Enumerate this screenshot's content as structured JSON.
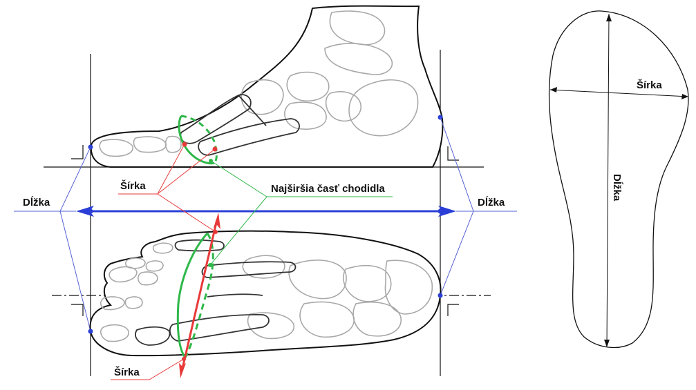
{
  "labels": {
    "sirka_top": "Šírka",
    "sirka_bottom": "Šírka",
    "najsirsia": "Najširšia časť chodidla",
    "dlzka_left": "Dĺžka",
    "dlzka_right": "Dĺžka",
    "insole_sirka": "Šírka",
    "insole_dlzka": "Dĺžka"
  },
  "colors": {
    "outline": "#111111",
    "bone": "#a8a8a8",
    "width_marker": "#e83a3a",
    "widest_part": "#2fb84a",
    "length_marker": "#2b3fd6",
    "leader_blue": "#5562d6"
  }
}
